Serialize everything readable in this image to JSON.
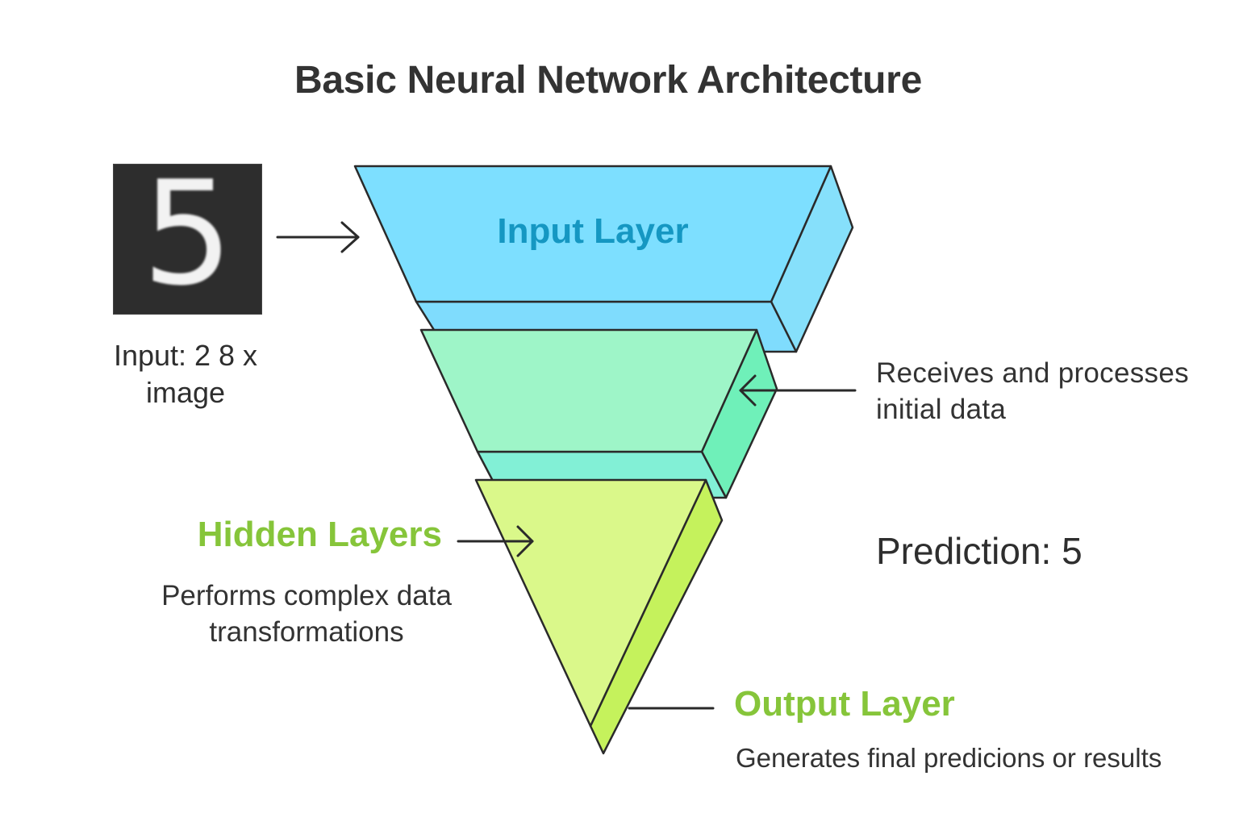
{
  "title": "Basic Neural Network Architecture",
  "input_image": {
    "digit": "5"
  },
  "input_caption": "Input: 2 8 x image",
  "layers": {
    "input": {
      "label": "Input Layer",
      "description": "Receives and processes initial data",
      "color": "#7ddfff"
    },
    "hidden": {
      "label": "Hidden Layers",
      "description": "Performs complex data transformations",
      "color": "#9ef5c8"
    },
    "output": {
      "label": "Output Layer",
      "description": "Generates final predicions or results",
      "color": "#daf88a"
    }
  },
  "prediction": "Prediction: 5",
  "colors": {
    "input_label": "#1597c2",
    "hidden_label": "#86c53a",
    "output_label": "#86c53a",
    "outline": "#2a2a2a"
  }
}
